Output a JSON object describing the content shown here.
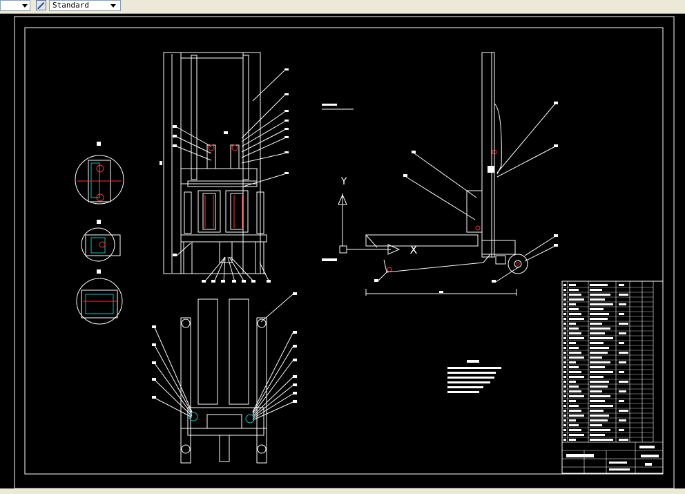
{
  "toolbar": {
    "text_style": "Standard",
    "layer_combo": ""
  },
  "drawing": {
    "ucs_y": "Y",
    "ucs_x": "X"
  },
  "colors": {
    "background": "#000000",
    "line": "#ffffff",
    "accent_red": "#ff3030",
    "accent_cyan": "#00c8c8"
  }
}
